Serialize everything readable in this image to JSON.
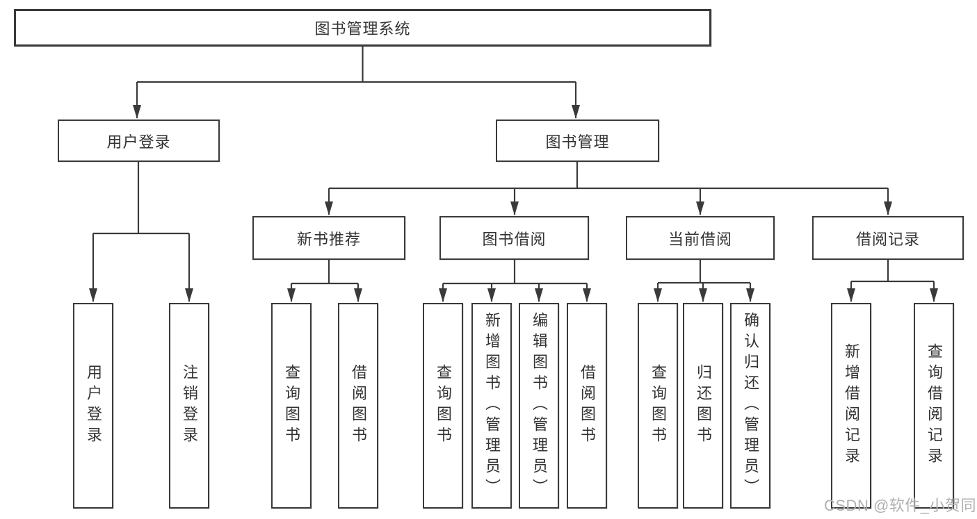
{
  "root": {
    "label": "图书管理系统"
  },
  "branches": {
    "user_login": {
      "label": "用户登录",
      "children": [
        "用户登录",
        "注销登录"
      ]
    },
    "book_mgmt": {
      "label": "图书管理",
      "modules": [
        {
          "label": "新书推荐",
          "children": [
            "查询图书",
            "借阅图书"
          ]
        },
        {
          "label": "图书借阅",
          "children": [
            "查询图书",
            "新增图书（管理员）",
            "编辑图书（管理员）",
            "借阅图书"
          ]
        },
        {
          "label": "当前借阅",
          "children": [
            "查询图书",
            "归还图书",
            "确认归还（管理员）"
          ]
        },
        {
          "label": "借阅记录",
          "children": [
            "新增借阅记录",
            "查询借阅记录"
          ]
        }
      ]
    }
  },
  "watermark": "CSDN @软件_小贺同学",
  "colors": {
    "line": "#3a3a3a",
    "text": "#333333",
    "watermark": "#b0b0b0",
    "background": "#ffffff"
  }
}
